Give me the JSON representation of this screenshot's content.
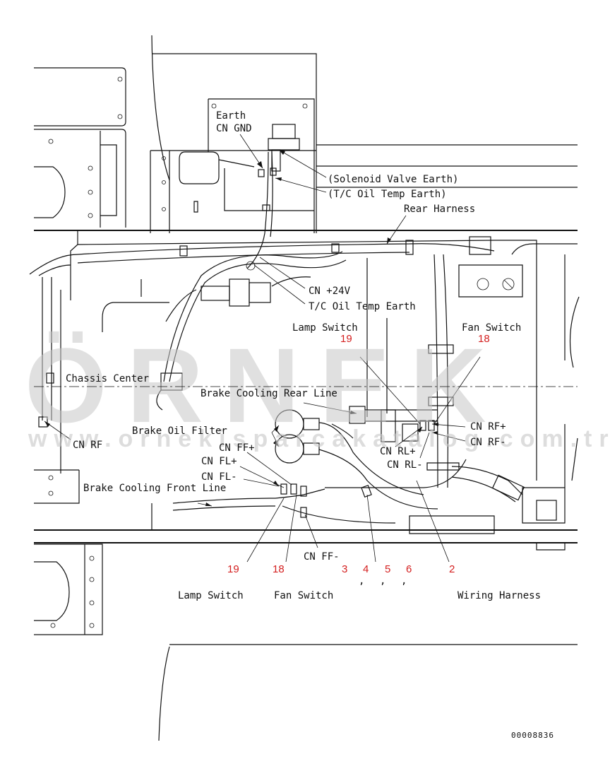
{
  "watermark": {
    "brand": "ÖRNEK",
    "url": "www.ornekisparcakatalog.com.tr"
  },
  "labels": {
    "earth": "Earth",
    "cn_gnd": "CN GND",
    "solenoid_valve_earth": "(Solenoid Valve Earth)",
    "tc_oil_temp_earth_top": "(T/C Oil Temp Earth)",
    "rear_harness": "Rear Harness",
    "cn_24v": "CN +24V",
    "tc_oil_temp_earth": "T/C Oil Temp Earth",
    "lamp_switch_top": "Lamp Switch",
    "fan_switch_top": "Fan Switch",
    "chassis_center": "Chassis Center",
    "brake_cooling_rear_line": "Brake Cooling Rear Line",
    "brake_oil_filter": "Brake Oil Filter",
    "cn_rf_plus": "CN RF+",
    "cn_rf_minus": "CN RF-",
    "cn_rl_plus": "CN RL+",
    "cn_rl_minus": "CN RL-",
    "cn_ff_plus": "CN FF+",
    "cn_fl_plus": "CN FL+",
    "cn_fl_minus": "CN FL-",
    "cn_rf": "CN RF",
    "brake_cooling_front_line": "Brake Cooling Front Line",
    "cn_ff_minus": "CN FF-",
    "lamp_switch_bottom": "Lamp Switch",
    "fan_switch_bottom": "Fan Switch",
    "wiring_harness": "Wiring Harness"
  },
  "callouts": {
    "top_19": "19",
    "top_18": "18",
    "bottom_19": "19",
    "bottom_18": "18",
    "n3": "3",
    "n4": "4",
    "n5": "5",
    "n6": "6",
    "n2": "2",
    "comma": ","
  },
  "drawing_code": "00008836"
}
